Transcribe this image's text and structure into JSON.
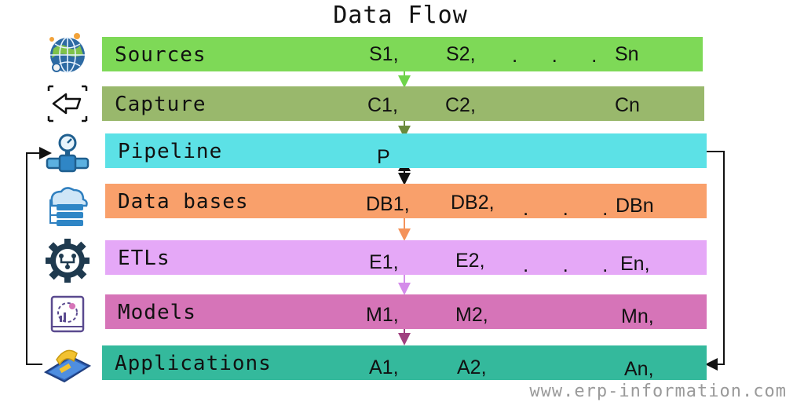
{
  "title": "Data Flow",
  "watermark": "www.erp-information.com",
  "stages": [
    {
      "label": "Sources",
      "color": "#7ed957",
      "items": [
        "S1,",
        "S2,",
        "Sn"
      ],
      "dots": ".      .      ."
    },
    {
      "label": "Capture",
      "color": "#99b86c",
      "items": [
        "C1,",
        "C2,",
        "Cn"
      ],
      "dots": ""
    },
    {
      "label": "Pipeline",
      "color": "#5ce1e6",
      "items": [
        "P",
        "",
        ""
      ],
      "dots": ""
    },
    {
      "label": "Data bases",
      "color": "#f9a06b",
      "items": [
        "DB1,",
        "DB2,",
        "DBn"
      ],
      "dots": ".      .      ."
    },
    {
      "label": "ETLs",
      "color": "#e5a8f7",
      "items": [
        "E1,",
        "E2,",
        "En,"
      ],
      "dots": ".      .      ."
    },
    {
      "label": "Models",
      "color": "#d674b8",
      "items": [
        "M1,",
        "M2,",
        "Mn,"
      ],
      "dots": ""
    },
    {
      "label": "Applications",
      "color": "#34b99c",
      "items": [
        "A1,",
        "A2,",
        "An,"
      ],
      "dots": ""
    }
  ],
  "icons": [
    "globe-network-icon",
    "capture-arrow-icon",
    "pipeline-gauge-icon",
    "cloud-database-icon",
    "gear-circuit-icon",
    "model-analytics-icon",
    "application-card-icon"
  ]
}
